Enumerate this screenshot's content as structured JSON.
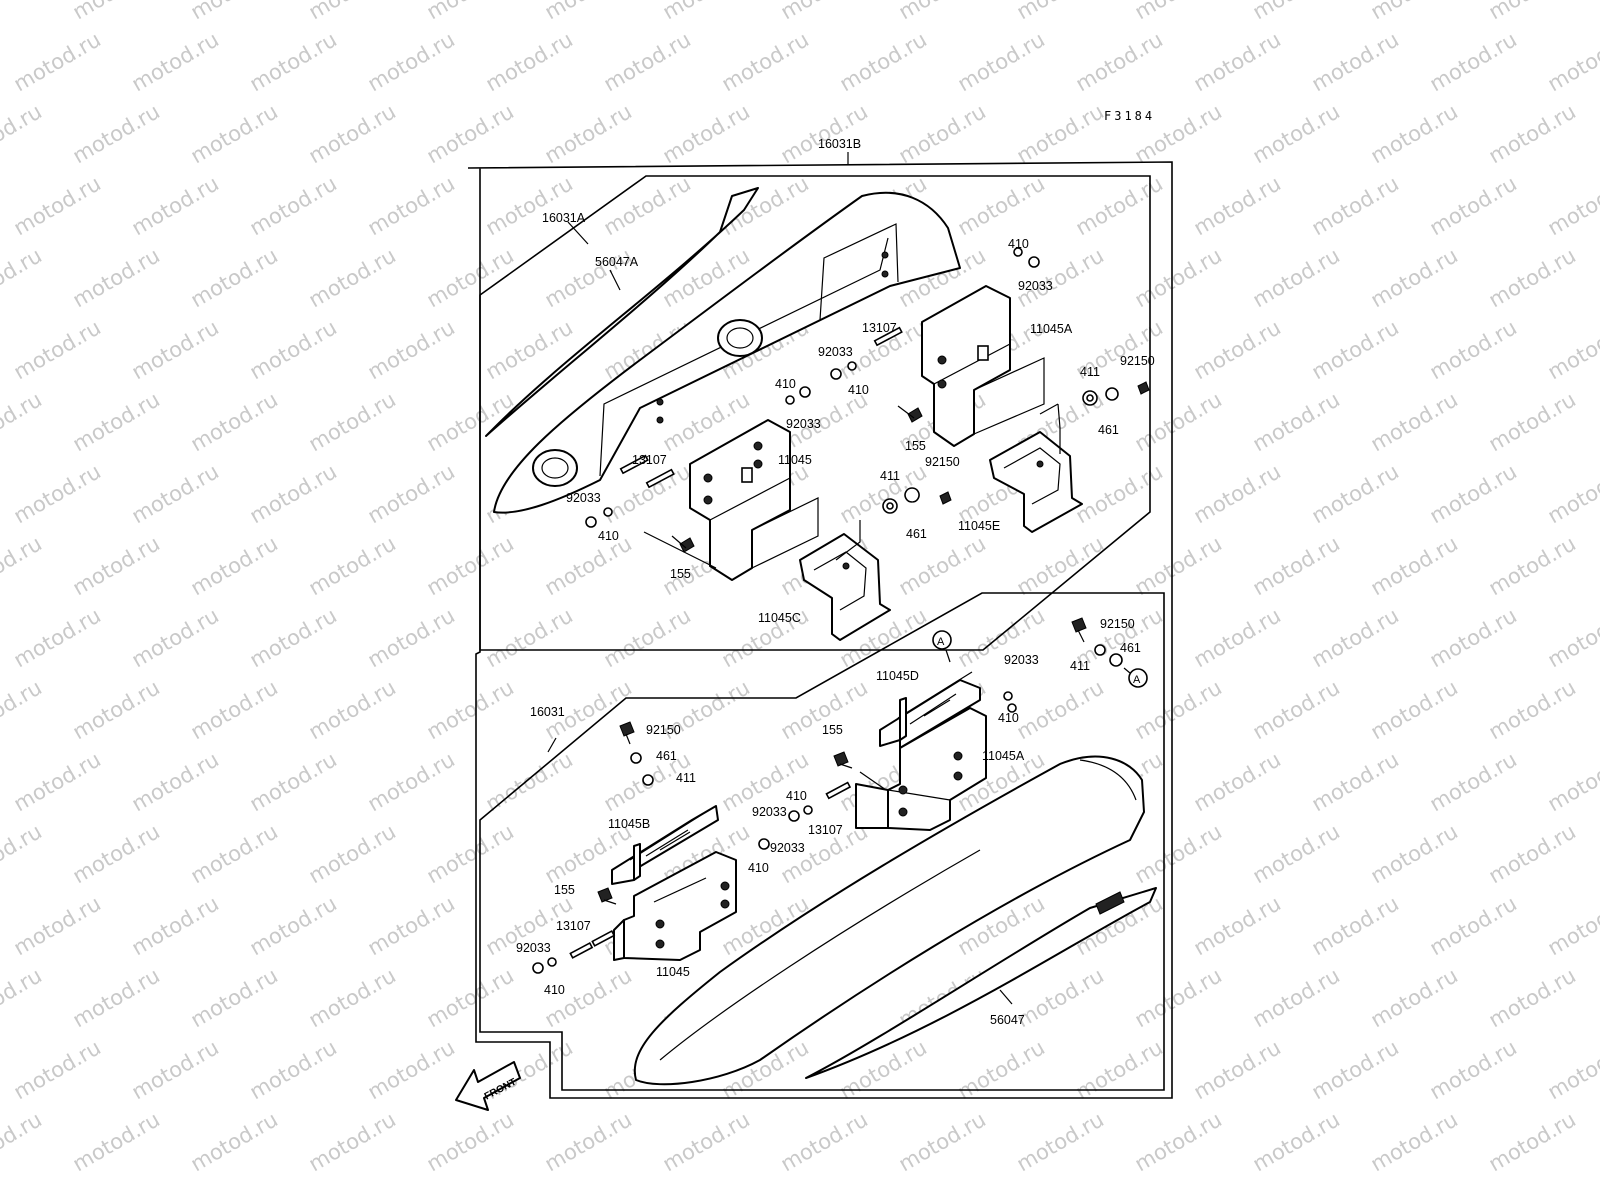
{
  "watermark": {
    "text": "motod.ru"
  },
  "diagram": {
    "code": "F3184",
    "front_label": "FRONT",
    "ref_marker": "A",
    "groups": {
      "upper_set": "16031B",
      "left_cover_assy": "16031A",
      "right_cover_assy": "16031"
    },
    "labels": {
      "l16031a": "16031A",
      "l56047a": "56047A",
      "u410_a": "410",
      "u92033_a": "92033",
      "u13107_a": "13107",
      "u11045a": "11045A",
      "u92033_b": "92033",
      "u410_b": "410",
      "u411_a": "411",
      "u92150_a": "92150",
      "u410_c": "410",
      "u92033_c": "92033",
      "u155_a": "155",
      "u461_a": "461",
      "u13107_b": "13107",
      "u11045": "11045",
      "u411_b": "411",
      "u92150_b": "92150",
      "u92033_d": "92033",
      "u410_d": "410",
      "u461_b": "461",
      "u11045e": "11045E",
      "u155_b": "155",
      "u11045c": "11045C",
      "r92150_a": "92150",
      "r461_a": "461",
      "r411_a": "411",
      "r11045d": "11045D",
      "r92033_a": "92033",
      "r16031": "16031",
      "r92150_b": "92150",
      "r410_a": "410",
      "r461_b": "461",
      "r155_a": "155",
      "r11045a": "11045A",
      "r411_b": "411",
      "r410_b": "410",
      "r92033_b": "92033",
      "r13107_a": "13107",
      "r11045b": "11045B",
      "r92033_c": "92033",
      "r410_c": "410",
      "r155_b": "155",
      "r13107_b": "13107",
      "r92033_d": "92033",
      "r11045": "11045",
      "r410_d": "410",
      "r56047": "56047"
    }
  }
}
